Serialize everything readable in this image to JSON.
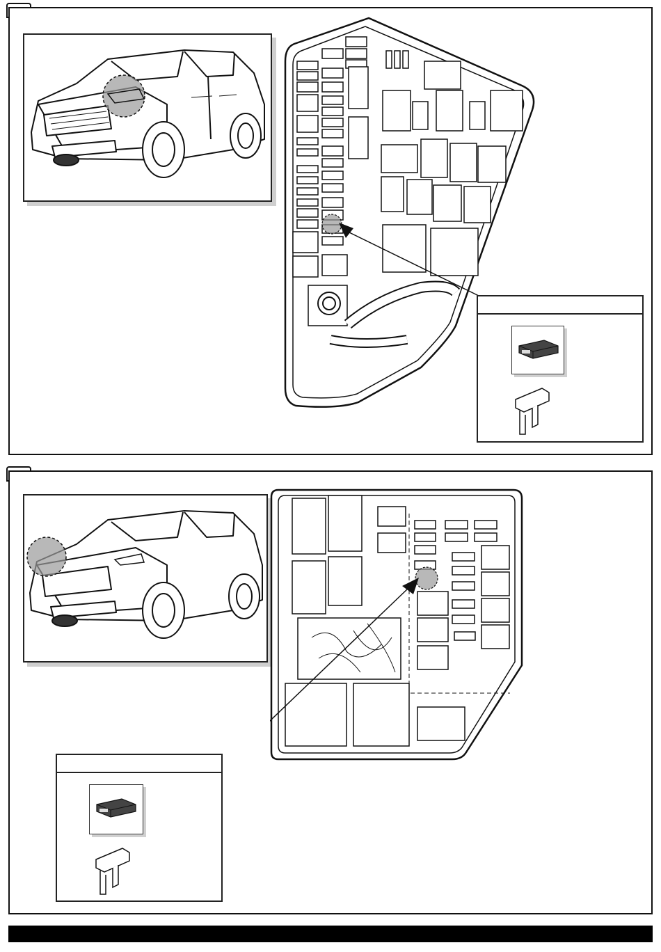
{
  "steps": [
    {
      "number": "",
      "car_highlight": "front-right-headlight",
      "fusebox": "interior-fuse-box",
      "legend": {
        "label": ""
      }
    },
    {
      "number": "",
      "car_highlight": "front-left-bumper",
      "fusebox": "engine-bay-fuse-box",
      "legend": {
        "label": ""
      }
    }
  ],
  "icons": {
    "module": "control-module-icon",
    "fuse": "blade-fuse-icon"
  },
  "colors": {
    "line": "#111111",
    "highlight": "#9a9a9a",
    "shadow": "#cfcfcf"
  }
}
